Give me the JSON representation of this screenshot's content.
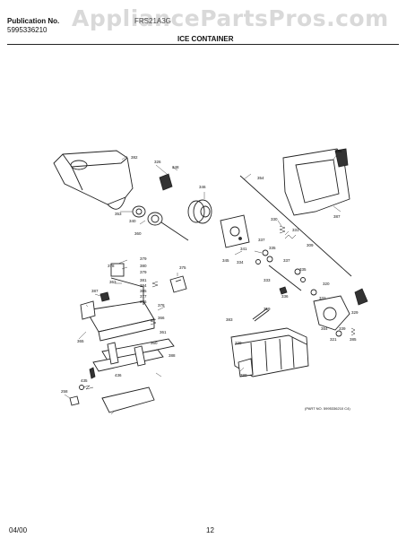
{
  "watermark": "AppliancePartsPros.com",
  "header": {
    "publication_label": "Publication No.",
    "publication_number": "5995336210",
    "model": "FRS21A3G",
    "section_title": "ICE CONTAINER"
  },
  "figure_note": "(PART NO. 5995336210 C4)",
  "footer": {
    "date": "04/00",
    "page": "12"
  },
  "callouts": [
    "382",
    "326",
    "348",
    "346",
    "354",
    "386",
    "387",
    "353",
    "340",
    "360",
    "330",
    "331",
    "337",
    "335",
    "341",
    "345",
    "334",
    "309",
    "379",
    "378",
    "380",
    "379",
    "375",
    "387",
    "363",
    "381",
    "384",
    "385",
    "377",
    "376",
    "337",
    "333",
    "335",
    "336",
    "332",
    "320",
    "329",
    "321",
    "339",
    "385",
    "354",
    "359",
    "383",
    "378",
    "366",
    "361",
    "365",
    "360",
    "388",
    "320",
    "380",
    "436",
    "435",
    "258"
  ]
}
